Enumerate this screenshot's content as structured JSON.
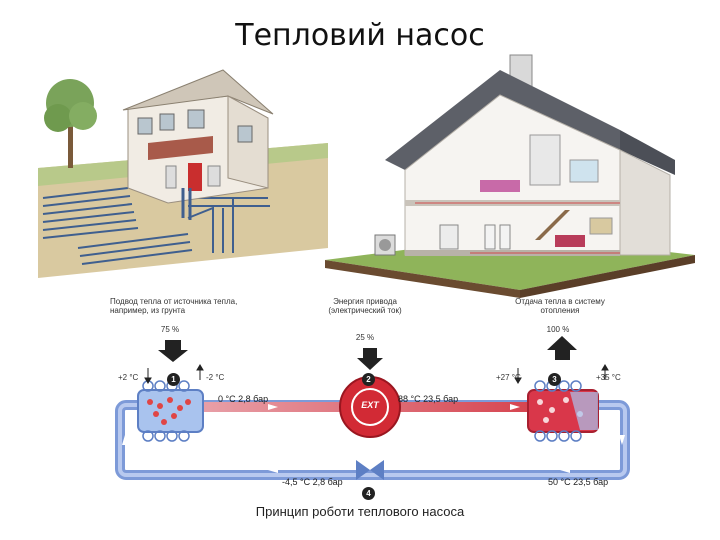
{
  "title": "Тепловий насос",
  "caption": "Принцип роботи теплового насоса",
  "diagram": {
    "source_label": "Подвод тепла от источника тепла, например, из грунта",
    "source_pct": "75 %",
    "drive_label": "Энергия привода (электрический ток)",
    "drive_pct": "25 %",
    "output_label": "Отдача тепла в систему отопления",
    "output_pct": "100 %",
    "steps": [
      "1",
      "2",
      "3",
      "4"
    ],
    "temps": {
      "evap_in": "+2 °C",
      "evap_out": "-2 °C",
      "cond_in": "+27 °C",
      "cond_out": "+35 °C"
    },
    "pipe_labels": {
      "top_left": "0 °C  2,8 бар",
      "top_right": "88 °C  23,5 бар",
      "bottom_left": "-4,5 °C  2,8 бар",
      "bottom_right": "50 °C  23,5 бар"
    },
    "compressor_label": "EXT",
    "colors": {
      "pipe": "#6f8fd6",
      "hot": "#d2202c",
      "cold": "#8fb0e8"
    }
  }
}
